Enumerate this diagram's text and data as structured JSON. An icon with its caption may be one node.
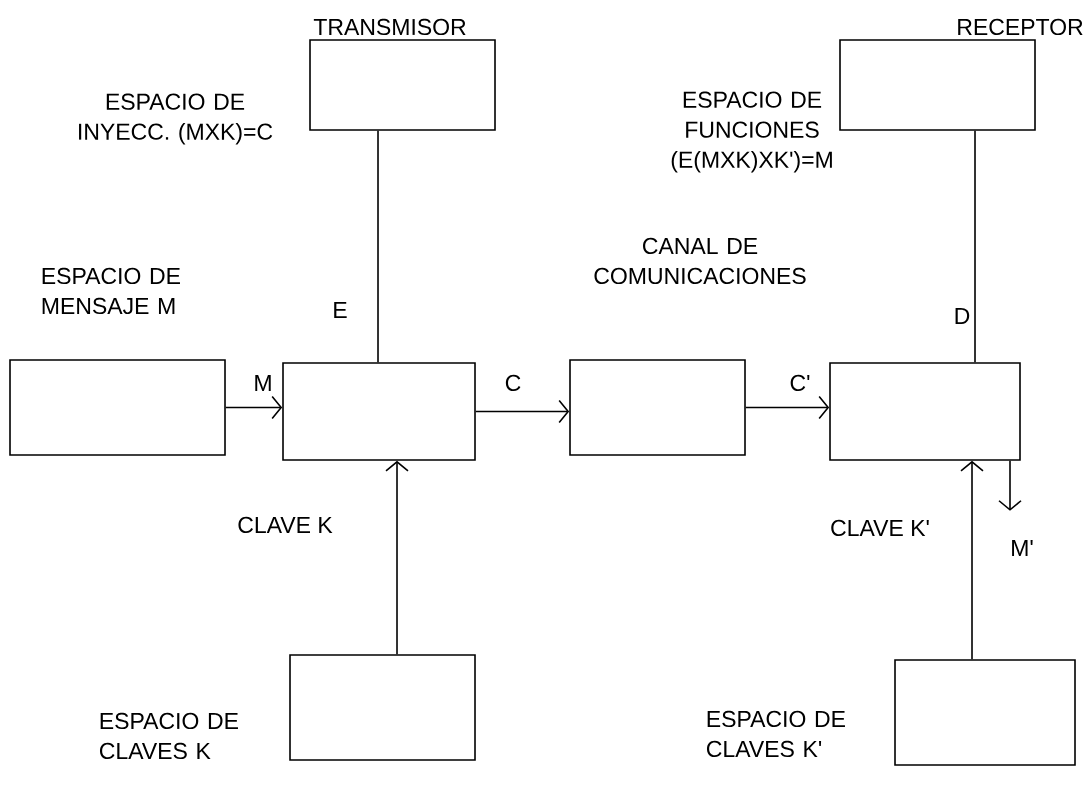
{
  "diagram": {
    "nodes": [
      {
        "text": [],
        "shape": "box",
        "beside": [
          "ESPACIO DE MENSAJE   M"
        ]
      },
      {
        "text": [],
        "shape": "box"
      },
      {
        "text": [],
        "shape": "box",
        "beside": [
          "TRANSMISOR",
          "ESPACIO DE INYECC. (MXK)=C"
        ]
      },
      {
        "text": [],
        "shape": "box",
        "beside": [
          "ESPACIO DE CLAVES K"
        ]
      },
      {
        "text": [],
        "shape": "box"
      },
      {
        "text": [],
        "shape": "box"
      },
      {
        "text": [],
        "shape": "box",
        "beside": [
          "RECEPTOR",
          "ESPACIO DE FUNCIONES (E(MXK)XK')=M"
        ]
      },
      {
        "text": [],
        "shape": "box",
        "beside": [
          "ESPACIO DE CLAVES K'"
        ]
      }
    ],
    "edges": [
      {
        "from": 0,
        "to": 1,
        "arrow": "to",
        "label": "M"
      },
      {
        "from": 2,
        "to": 1,
        "arrow": "none",
        "label": "E"
      },
      {
        "from": 3,
        "to": 1,
        "arrow": "to",
        "label": "CLAVE K"
      },
      {
        "from": 1,
        "to": 4,
        "arrow": "to",
        "label": "C"
      },
      {
        "from": 4,
        "to": 5,
        "arrow": "to",
        "label": "C'"
      },
      {
        "from": 6,
        "to": 5,
        "arrow": "none",
        "label": "D"
      },
      {
        "from": 7,
        "to": 5,
        "arrow": "to",
        "label": "CLAVE K'"
      },
      {
        "from": 5,
        "to": null,
        "arrow": "to",
        "label": "M'"
      }
    ],
    "labels": [
      "CANAL DE COMUNICACIONES"
    ]
  }
}
